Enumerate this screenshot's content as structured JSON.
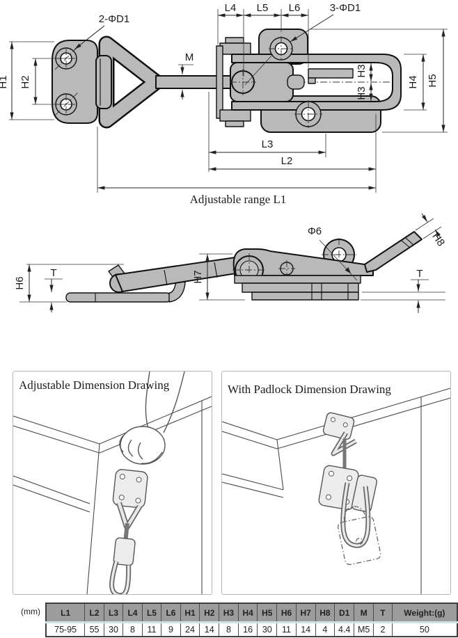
{
  "top_view": {
    "labels": {
      "holes_left": "2-ΦD1",
      "holes_right": "3-ΦD1",
      "l4": "L4",
      "l5": "L5",
      "l6": "L6",
      "m": "M",
      "h1": "H1",
      "h2": "H2",
      "h3_upper": "H3",
      "h3_lower": "H3",
      "h4": "H4",
      "h5": "H5",
      "l3": "L3",
      "l2": "L2",
      "l1_range": "Adjustable range L1"
    }
  },
  "side_view": {
    "labels": {
      "h6": "H6",
      "t_left": "T",
      "h7": "H7",
      "phi6": "Φ6",
      "h8": "H8",
      "t_right": "T"
    }
  },
  "panels": [
    {
      "title": "Adjustable Dimension Drawing"
    },
    {
      "title": "With Padlock Dimension Drawing"
    }
  ],
  "table": {
    "unit_label": "(mm)",
    "headers": [
      "L1",
      "L2",
      "L3",
      "L4",
      "L5",
      "L6",
      "H1",
      "H2",
      "H3",
      "H4",
      "H5",
      "H6",
      "H7",
      "H8",
      "D1",
      "M",
      "T",
      "Weight:(g)"
    ],
    "values": [
      "75-95",
      "55",
      "30",
      "8",
      "11",
      "9",
      "24",
      "14",
      "8",
      "16",
      "30",
      "11",
      "14",
      "4",
      "4.4",
      "M5",
      "2",
      "50"
    ]
  },
  "colors": {
    "metal_fill": "#b9b9b9",
    "outline": "#111111",
    "table_header_bg": "#9c9c9c",
    "table_separator": "#cfe2ea",
    "panel_border": "#b5b5b5"
  }
}
